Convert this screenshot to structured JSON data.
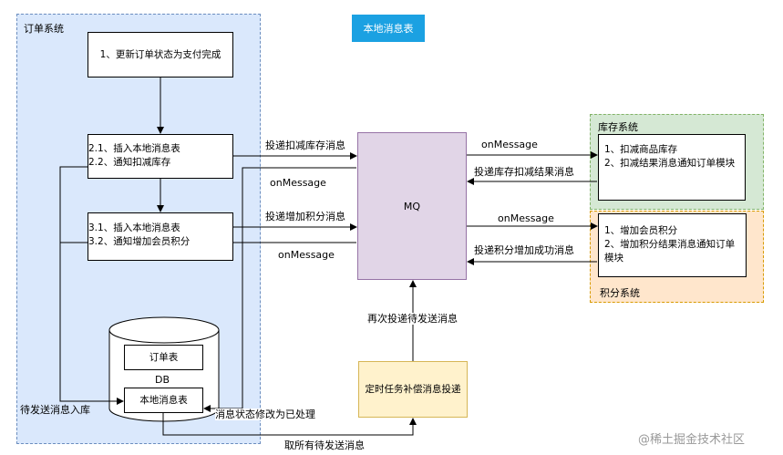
{
  "title": "本地消息表",
  "order_system": {
    "label": "订单系统",
    "step1": "1、更新订单状态为支付完成",
    "step2_line1": "2.1、插入本地消息表",
    "step2_line2": "2.2、通知扣减库存",
    "step3_line1": "3.1、插入本地消息表",
    "step3_line2": "3.2、通知增加会员积分",
    "db_label": "DB",
    "order_table": "订单表",
    "local_msg_table": "本地消息表"
  },
  "mq": {
    "label": "MQ"
  },
  "inventory_system": {
    "label": "库存系统",
    "line1": "1、扣减商品库存",
    "line2": "2、扣减结果消息通知订单模块"
  },
  "points_system": {
    "label": "积分系统",
    "line1": "1、增加会员积分",
    "line2": "2、增加积分结果消息通知订单模块"
  },
  "scheduler": {
    "label": "定时任务补偿消息投递"
  },
  "edges": {
    "deliver_deduct": "投递扣减库存消息",
    "onmessage_1": "onMessage",
    "deliver_points": "投递增加积分消息",
    "onmessage_2": "onMessage",
    "onmessage_inv": "onMessage",
    "deliver_inv_result": "投递库存扣减结果消息",
    "onmessage_pts": "onMessage",
    "deliver_pts_result": "投递积分增加成功消息",
    "redeliver": "再次投递待发送消息",
    "pending_to_store": "待发送消息入库",
    "status_processed": "消息状态修改为已处理",
    "fetch_pending": "取所有待发送消息"
  },
  "watermark": "@稀土掘金技术社区"
}
